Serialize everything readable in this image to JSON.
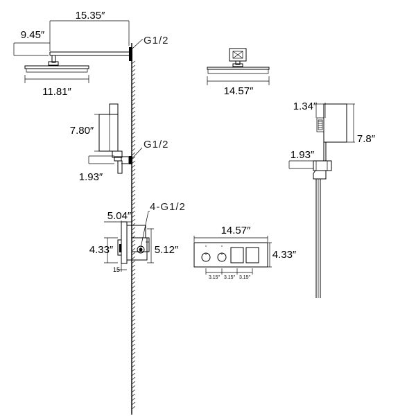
{
  "overhead_shower": {
    "arm_length": "15.35″",
    "drop": "9.45″",
    "head_width": "11.81″",
    "inlet_thread": "G1/2"
  },
  "shower_head_front": {
    "width": "14.57″"
  },
  "hand_shower_bracket": {
    "height": "7.80″",
    "outlet_offset": "1.93″",
    "inlet_thread": "G1/2"
  },
  "hand_shower_side": {
    "handle_width": "1.34″",
    "height": "7.8″",
    "outlet_offset": "1.93″"
  },
  "valve_side": {
    "depth": "5.04″",
    "height": "4.33″",
    "body_height": "5.12″",
    "ports_thread": "4-G1/2",
    "offset": "15"
  },
  "valve_front": {
    "width": "14.57″",
    "height": "4.33″",
    "spacing_1": "3.15″",
    "spacing_2": "3.15″",
    "spacing_3": "3.15″"
  }
}
